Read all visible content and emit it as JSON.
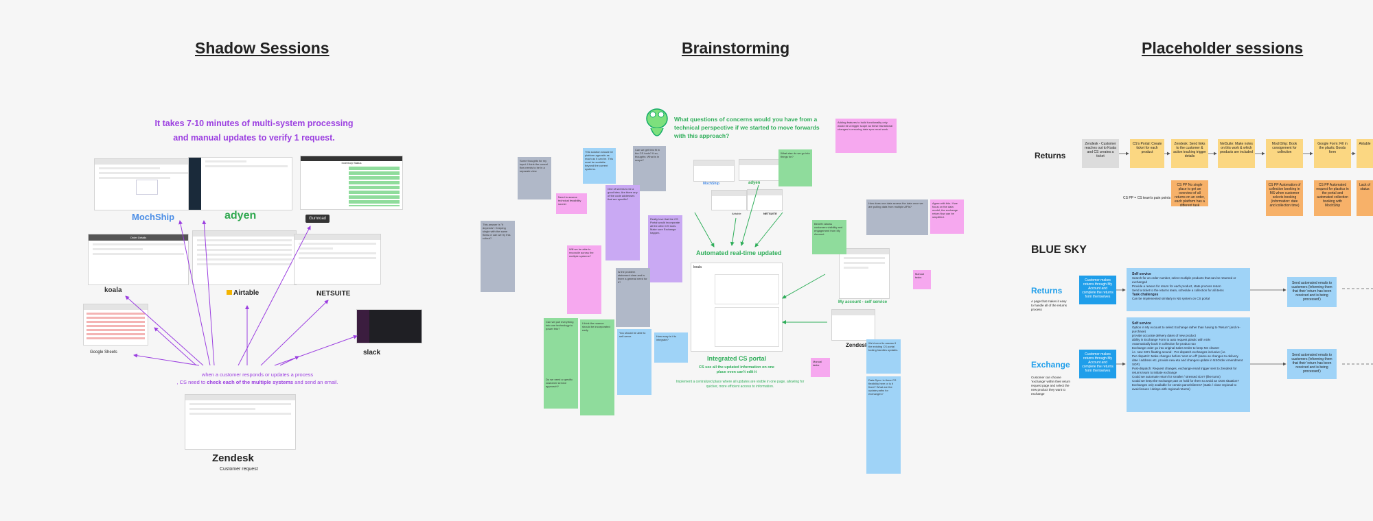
{
  "sections": {
    "shadow": "Shadow Sessions",
    "brainstorm": "Brainstorming",
    "placeholder": "Placeholder sessions"
  },
  "shadow": {
    "headline_line1": "It takes 7-10 minutes of multi-system processing",
    "headline_line2": "and manual updates to verify 1 request.",
    "logos": {
      "mochship": "MochShip",
      "adyen": "adyen",
      "shopify_btn": "Gumroad",
      "koala": "koala",
      "airtable": "Airtable",
      "netsuite": "NETSUITE",
      "gsheets": "Google Sheets",
      "slack": "slack",
      "zendesk": "Zendesk"
    },
    "caption_line1": "when a customer responds or updates a process",
    "caption_line2_pre": ", CS need to ",
    "caption_line2_bold": "check each of the multiple systems",
    "caption_line2_post": " and send an email.",
    "customer_request": "Customer request",
    "screens": {
      "netsuite_title": "Inventory Status",
      "order_title": "Order Details"
    }
  },
  "brainstorm": {
    "question": "What questions of concerns would you have from a technical perspective if we started to move forwards with this approach?",
    "auto_update": "Automated real-time updated",
    "portal_title": "Integrated CS portal",
    "portal_sub": "CS see all the updated information on one place even can't edit it",
    "portal_caption": "Implement a centralized place where all updates are visible in one page, allowing for quicker, more efficient access to information.",
    "my_account": "My account - self service",
    "mini_logos": {
      "mochship": "MochShip",
      "adyen": "adyen",
      "airtable": "Airtable",
      "netsuite": "NETSUITE",
      "zendesk": "Zendesk",
      "portal_brand": "koala"
    },
    "notes": {
      "n1": "Some thoughts for my input: I think the cancel flow needs to be in a separate view",
      "n2": "This solution should be platform agnostic as much as it can be. This must be scalable beyond the current systems.",
      "n3": "Can we get this fit in the CS tools? If so, thoughts: What is in scope?",
      "n4": "What else do we go into things for?",
      "n5": "Adding features to build functionality only would be a bigger scope as these transitional changes is ensuring data sync must work.",
      "n6": "Need to assess technical feasibility sooner",
      "n7": "One of seems to be a good idea. Are there any of the code addresses that are specific?",
      "n8": "This answer is \"it depends\": Keeping single with the same flows or can we try this rollout?",
      "n9": "Will we be able to reconcile across the multiple systems?",
      "n10": "Really love that the CS Portal would incorporate all the other CS tools. Make sure Exchange happen.",
      "n11": "Is the problem statement clear and is there a general need for it?",
      "n12": "How does one data access the data once we are pulling data from multiple APIs?",
      "n13": "Agree with this. If we focus on the data model, the exchange return flow can be simplified.",
      "n14": "Benefit: Allows customers visibility and engagement from My Account",
      "n15": "We'd need to assess if the existing CS portal tooling handles updates.",
      "n16": "Can we pull everything into one technology to power this?",
      "n17": "I think the nuance should be incorporated early.",
      "n18": "You should be able to self-serve.",
      "n19": "How easy is it to integrate?",
      "n20": "Data Sync: is there CS flexibility here or is it fixed? What are the update paths for exchanges?",
      "n21": "Do we need a specific customer service approach?",
      "n22": "Manual tasks"
    }
  },
  "placeholder": {
    "returns_label": "Returns",
    "flow": [
      "Zendesk - Customer reaches out to Koala and CS creates a ticket",
      "CS's Portal: Create ticket for each product",
      "Zendesk: Send links to the customer & action tracking trigger details",
      "NetSuite: Make notes on this work & which products are included",
      "MochShip: Book consignment for collection",
      "Google Form: Fill in the plastic Goods form",
      "Airtable"
    ],
    "flow_notes": [
      "CS PP\nNo single place to get an overview of all returns on an order, each platform has a different task",
      "CS PP\nAutomation of collection booking in MS when customer selects booking (information: date and collection time)",
      "CS PP\nAutomated request for plastics in the portal and automated collection booking with MochShip",
      "Lack of status"
    ],
    "cs_pp_legend": "CS PP = CS team's pain points",
    "blue_sky": "BLUE SKY",
    "returns": {
      "title": "Returns",
      "desc": "A page that makes it easy to handle all of the returns process",
      "button": "Customer makes returns through My Account and complete the returns form themselves",
      "card_title1": "Self service",
      "card_lines1": [
        "Search for an order number, select multiple products that can be returned or exchanged",
        "Provide a reason for return for each product, state process return",
        "Send a ticket to the returns team, schedule a collection for all items"
      ],
      "card_title2": "Task challenges",
      "card_lines2": [
        "Can be implemented similarly in NS system on CS portal"
      ],
      "send": "Send automated emails to customers (informing them that their 'return has been received and is being processed')"
    },
    "exchange": {
      "title": "Exchange",
      "desc": "Customer can choose 'exchange' within their return request page and select the new product they want to exchange",
      "button": "Customer makes returns through My Account and complete the returns form themselves",
      "card_title1": "Self service",
      "card_lines1": [
        "Option in My Account to select Exchange rather than having to 'Return' (and re-purchase)",
        "provide accurate delivery dates of new product",
        "ability in Exchange Form to auto request plastic with ASN",
        "Automatically book in collection for product too",
        "Exchange order go into original Sales Order to keep NS cleaner",
        "i.e. new SO's floating around - Per dispatch exchanges inclusive (i.e.",
        "Per dispatch: Make changes before 'sent on-off' (same as changes to delivery date / address etc, provide new eta and changes update in NSOrder Amendment SOP)",
        "Post-dispatch: Request changes, exchange email trigger sent to Zendesk for returns team to initiate exchange",
        "Could we automate return for smaller / stressed size? (like turns)",
        "Could we keep the exchange part on hold for them to avoid an OOS situation?",
        "Exchanges only available for certain parcels/items? (static / close regional to avoid issues / delays with regional returns)"
      ],
      "send": "Send automated emails to customers (informing them that their 'return has been received and is being processed')"
    }
  }
}
